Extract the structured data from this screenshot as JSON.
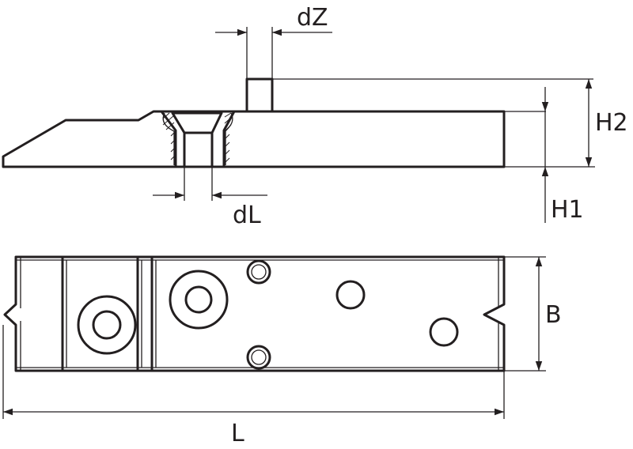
{
  "diagram": {
    "labels": {
      "dz": "dZ",
      "dl": "dL",
      "h1": "H1",
      "h2": "H2",
      "b": "B",
      "l": "L"
    },
    "colors": {
      "line": "#231f20",
      "background": "#ffffff"
    }
  }
}
